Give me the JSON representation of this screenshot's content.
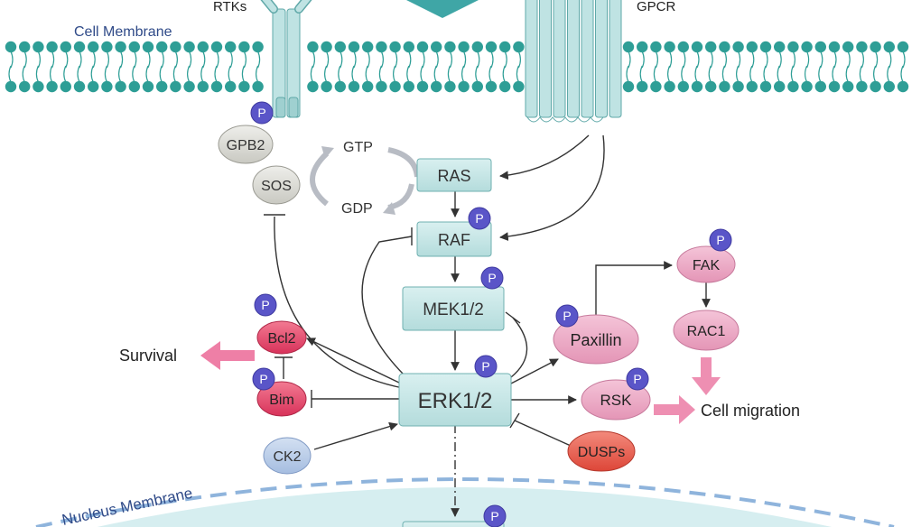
{
  "labels": {
    "rtks": "RTKs",
    "gpcr": "GPCR",
    "cell_membrane": "Cell Membrane",
    "nucleus_membrane": "Nucleus Membrane",
    "survival": "Survival",
    "cell_migration": "Cell migration"
  },
  "nodes": {
    "gpb2": "GPB2",
    "sos": "SOS",
    "gtp": "GTP",
    "gdp": "GDP",
    "ras": "RAS",
    "raf": "RAF",
    "mek": "MEK1/2",
    "erk": "ERK1/2",
    "bcl2": "Bcl2",
    "bim": "Bim",
    "ck2": "CK2",
    "paxillin": "Paxillin",
    "fak": "FAK",
    "rac1": "RAC1",
    "rsk": "RSK",
    "dusps": "DUSPs"
  },
  "phospho_label": "P",
  "colors": {
    "teal_box": "#bfe3e3",
    "teal_stroke": "#5fa8a8",
    "membrane": "#2e9e96",
    "grey_node": "#d9d9d4",
    "red_node": "#e04868",
    "pink_node": "#e8a0be",
    "orange_node": "#e8574a",
    "blue_node": "#b7cbe6",
    "phospho": "#5a55c8",
    "arrow_pink": "#ee7fa6",
    "nucleus": "#d6eef0"
  }
}
